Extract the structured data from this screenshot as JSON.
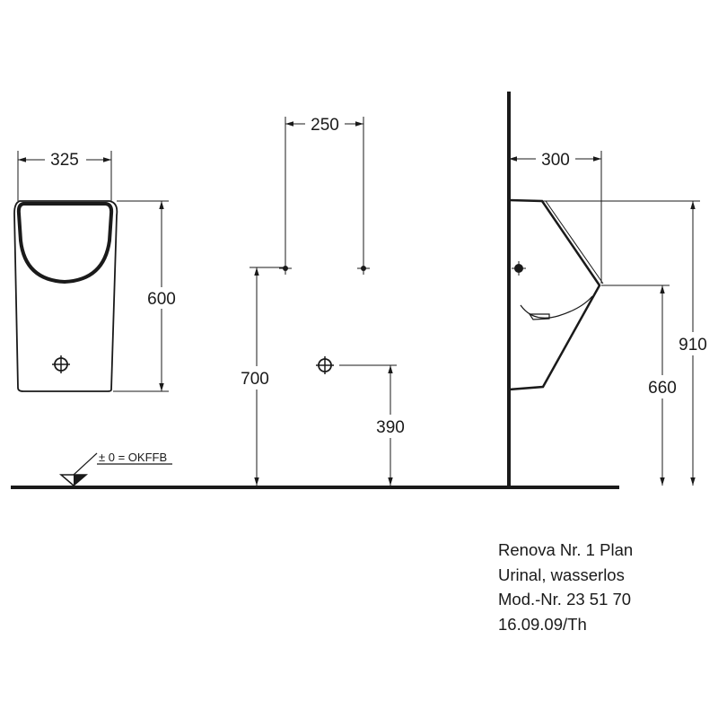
{
  "colors": {
    "line": "#1a1a1a",
    "background": "#ffffff"
  },
  "dimensions": {
    "front_width": "325",
    "front_height": "600",
    "fixture_spacing": "250",
    "fixture_height": "700",
    "drain_height": "390",
    "side_depth": "300",
    "side_total_height": "910",
    "side_lip_height": "660"
  },
  "floor_reference": "± 0 = OKFFB",
  "info": {
    "line1": "Renova Nr. 1 Plan",
    "line2": "Urinal, wasserlos",
    "line3": "Mod.-Nr. 23 51 70",
    "line4": "16.09.09/Th"
  }
}
